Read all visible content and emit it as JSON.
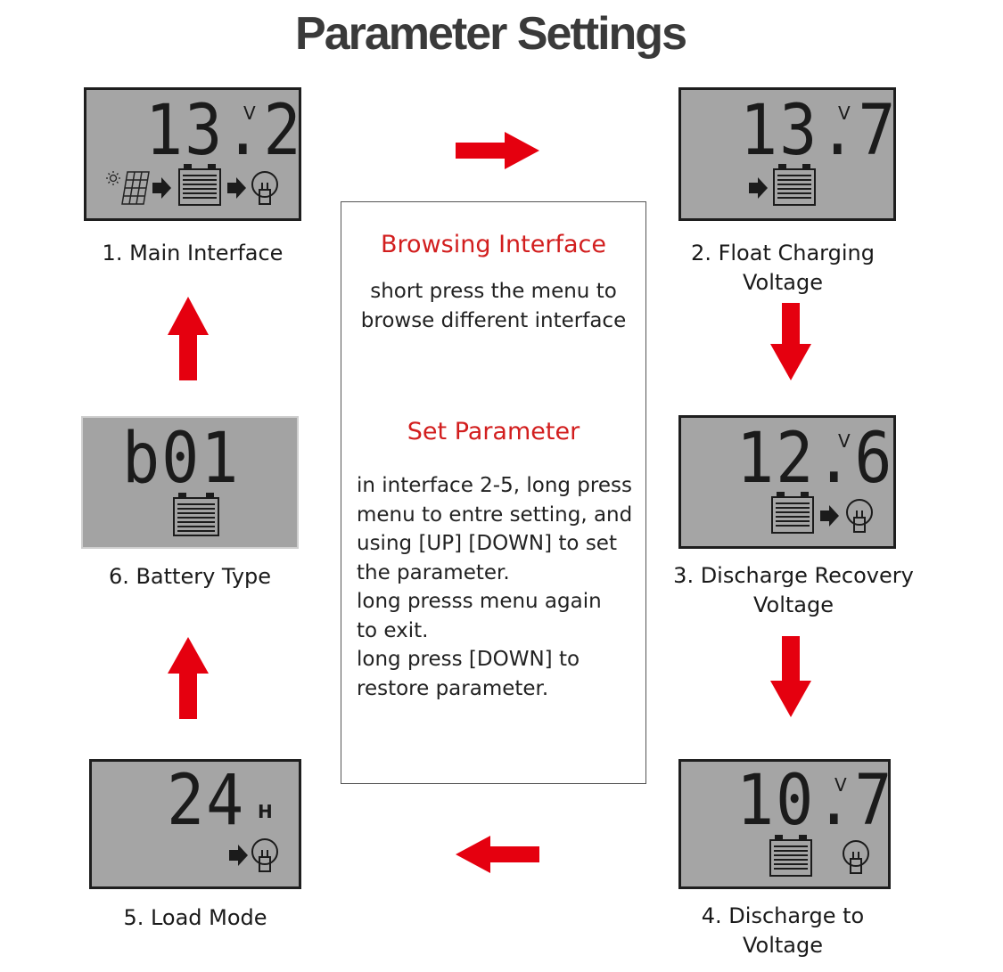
{
  "title": "Parameter Settings",
  "panels": [
    {
      "id": 1,
      "value": "13.2",
      "unit": "V",
      "label": "1. Main Interface"
    },
    {
      "id": 2,
      "value": "13.7",
      "unit": "V",
      "label": "2. Float Charging\nVoltage"
    },
    {
      "id": 3,
      "value": "12.6",
      "unit": "V",
      "label": "3. Discharge Recovery\nVoltage"
    },
    {
      "id": 4,
      "value": "10.7",
      "unit": "V",
      "label": "4. Discharge to\nVoltage"
    },
    {
      "id": 5,
      "value": "24",
      "unit": "H",
      "label": "5. Load Mode"
    },
    {
      "id": 6,
      "value": "b01",
      "unit": "",
      "label": "6. Battery Type"
    }
  ],
  "center": {
    "browse_heading": "Browsing Interface",
    "browse_text": "short press the menu to\nbrowse different interface",
    "set_heading": "Set Parameter",
    "set_text": "in interface 2-5, long press\nmenu to entre setting, and\nusing [UP] [DOWN] to set\nthe parameter.\nlong presss menu again\nto exit.\nlong press [DOWN] to\nrestore parameter."
  },
  "colors": {
    "arrow": "#e5000f",
    "heading": "#d21e1e",
    "lcd": "#a5a5a5"
  },
  "icons": [
    "sun-icon",
    "solar-panel-icon",
    "battery-icon",
    "bulb-icon",
    "arrow-right-icon"
  ]
}
